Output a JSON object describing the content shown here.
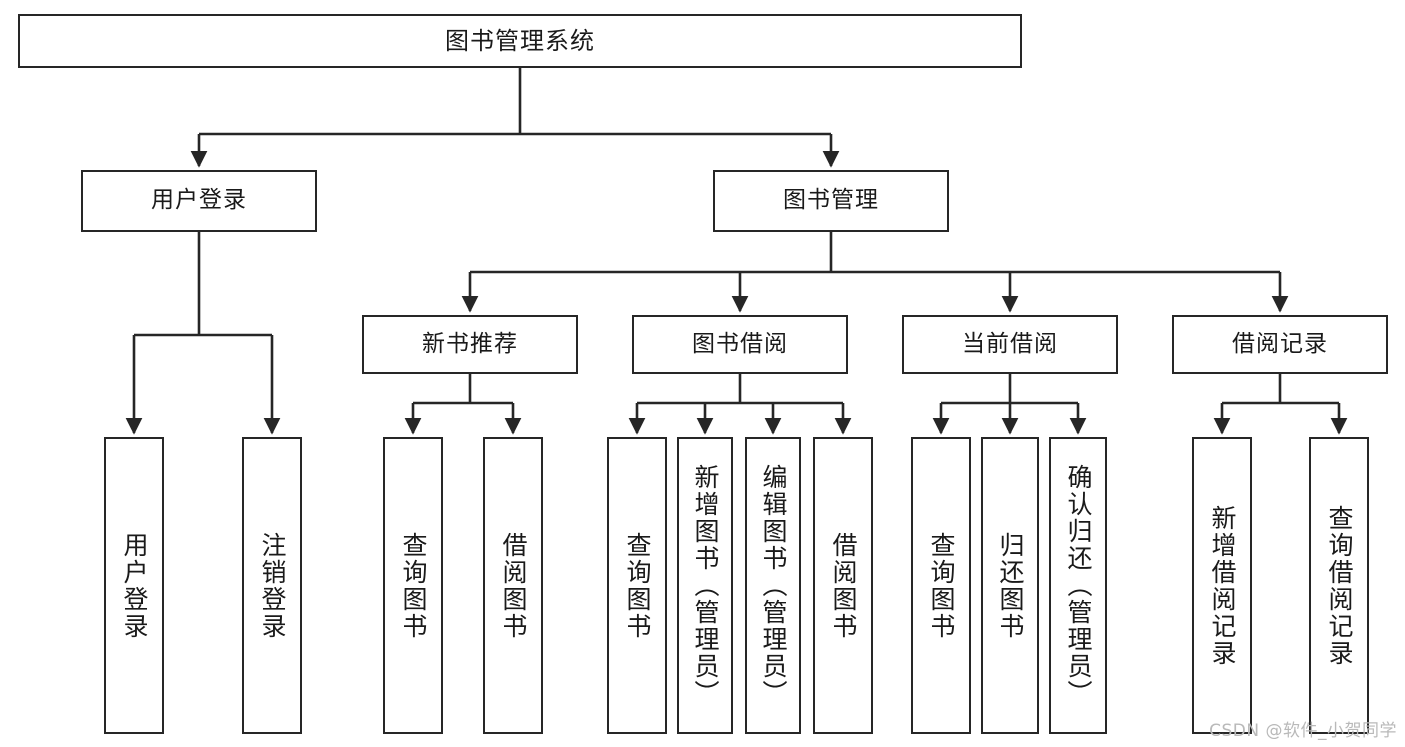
{
  "diagram": {
    "type": "tree-hierarchy",
    "title": "图书管理系统",
    "orientation": "top-down",
    "line_color": "#262626",
    "box_fill": "#ffffff",
    "text_color": "#1a1a1a",
    "watermark": "CSDN @软件_小贺同学"
  },
  "nodes": {
    "root": {
      "label": "图书管理系统",
      "level": 1
    },
    "level2": [
      {
        "id": "user-login",
        "label": "用户登录"
      },
      {
        "id": "book-manage",
        "label": "图书管理"
      }
    ],
    "level3": [
      {
        "id": "new-book-recommend",
        "label": "新书推荐",
        "parent": "book-manage"
      },
      {
        "id": "book-borrow",
        "label": "图书借阅",
        "parent": "book-manage"
      },
      {
        "id": "current-borrow",
        "label": "当前借阅",
        "parent": "book-manage"
      },
      {
        "id": "borrow-record",
        "label": "借阅记录",
        "parent": "book-manage"
      }
    ],
    "leaves": [
      {
        "id": "leaf-user-login",
        "label": "用户登录",
        "parent": "user-login"
      },
      {
        "id": "leaf-user-logout",
        "label": "注销登录",
        "parent": "user-login"
      },
      {
        "id": "leaf-query-book-1",
        "label": "查询图书",
        "parent": "new-book-recommend"
      },
      {
        "id": "leaf-borrow-book-1",
        "label": "借阅图书",
        "parent": "new-book-recommend"
      },
      {
        "id": "leaf-query-book-2",
        "label": "查询图书",
        "parent": "book-borrow"
      },
      {
        "id": "leaf-add-book",
        "label": "新增图书（管理员）",
        "parent": "book-borrow"
      },
      {
        "id": "leaf-edit-book",
        "label": "编辑图书（管理员）",
        "parent": "book-borrow"
      },
      {
        "id": "leaf-borrow-book-2",
        "label": "借阅图书",
        "parent": "book-borrow"
      },
      {
        "id": "leaf-query-book-3",
        "label": "查询图书",
        "parent": "current-borrow"
      },
      {
        "id": "leaf-return-book",
        "label": "归还图书",
        "parent": "current-borrow"
      },
      {
        "id": "leaf-confirm-return",
        "label": "确认归还（管理员）",
        "parent": "current-borrow"
      },
      {
        "id": "leaf-add-record",
        "label": "新增借阅记录",
        "parent": "borrow-record"
      },
      {
        "id": "leaf-query-record",
        "label": "查询借阅记录",
        "parent": "borrow-record"
      }
    ]
  }
}
